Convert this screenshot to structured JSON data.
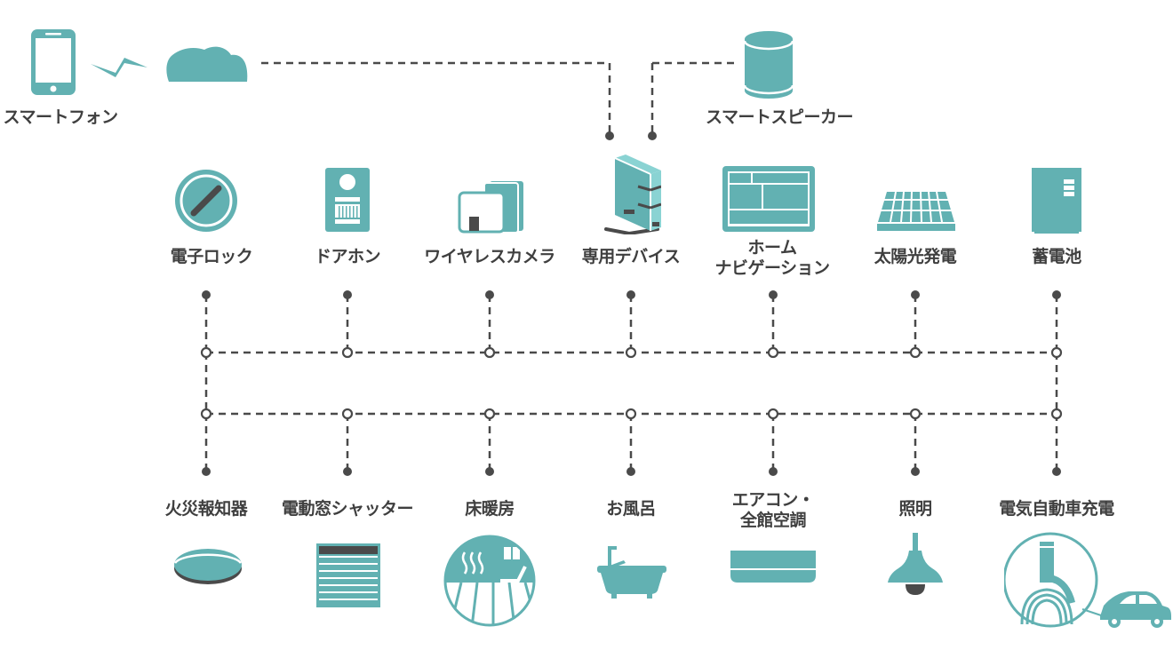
{
  "colors": {
    "teal": "#62b1b2",
    "teal_light": "#8ad3d3",
    "dark": "#4a4a4a",
    "line": "#4a4a4a",
    "label": "#3f3f3f"
  },
  "top": {
    "smartphone": {
      "label": "スマートフォン",
      "icon": "smartphone-icon"
    },
    "wireless": {
      "icon": "wireless-signal-icon"
    },
    "cloud": {
      "icon": "cloud-icon"
    },
    "smart_speaker": {
      "label": "スマートスピーカー",
      "icon": "smart-speaker-icon"
    }
  },
  "upper_devices": [
    {
      "label": "電子ロック",
      "icon": "electronic-lock-icon"
    },
    {
      "label": "ドアホン",
      "icon": "door-intercom-icon"
    },
    {
      "label": "ワイヤレスカメラ",
      "icon": "wireless-camera-icon"
    },
    {
      "label": "専用デバイス",
      "icon": "dedicated-device-icon"
    },
    {
      "label": "ホーム\nナビゲーション",
      "line1": "ホーム",
      "line2": "ナビゲーション",
      "icon": "home-navigation-icon"
    },
    {
      "label": "太陽光発電",
      "icon": "solar-panel-icon"
    },
    {
      "label": "蓄電池",
      "icon": "storage-battery-icon"
    }
  ],
  "lower_devices": [
    {
      "label": "火災報知器",
      "icon": "fire-alarm-icon"
    },
    {
      "label": "電動窓シャッター",
      "icon": "window-shutter-icon"
    },
    {
      "label": "床暖房",
      "icon": "floor-heating-icon"
    },
    {
      "label": "お風呂",
      "icon": "bathtub-icon"
    },
    {
      "label": "エアコン・\n全館空調",
      "line1": "エアコン・",
      "line2": "全館空調",
      "icon": "air-conditioner-icon"
    },
    {
      "label": "照明",
      "icon": "pendant-light-icon"
    },
    {
      "label": "電気自動車充電",
      "icon": "ev-charger-icon"
    }
  ]
}
